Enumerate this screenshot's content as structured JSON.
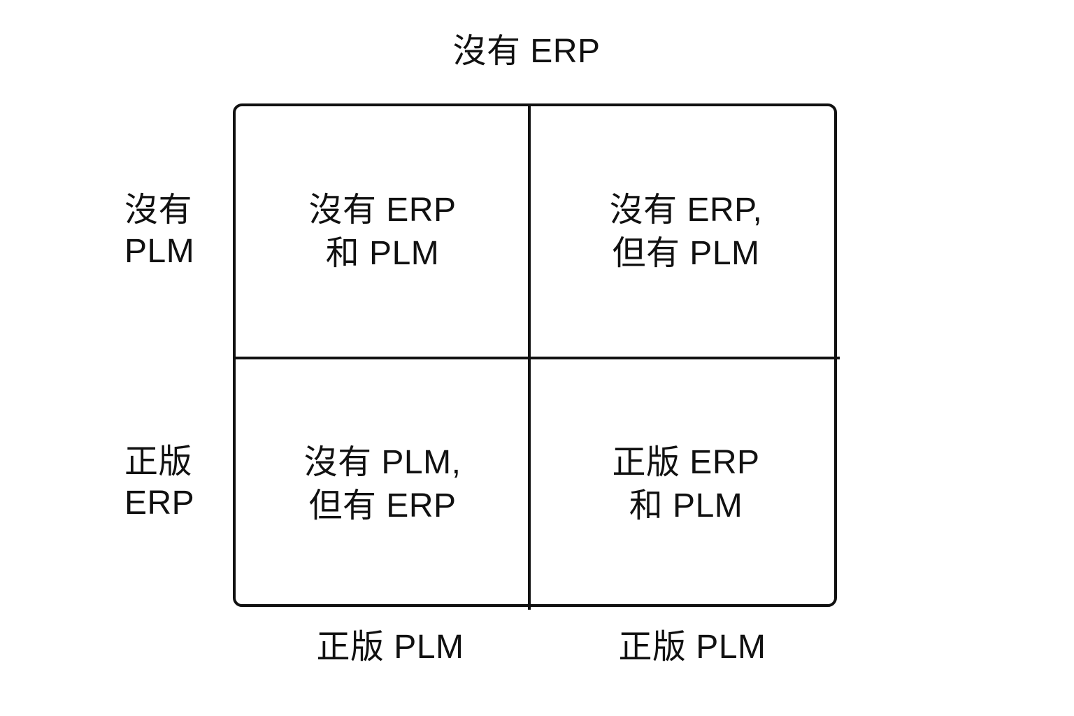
{
  "diagram": {
    "type": "2x2-matrix",
    "title_top": "沒有 ERP",
    "colors": {
      "stroke": "#111111",
      "background": "#ffffff",
      "text": "#111111"
    },
    "row_labels": [
      {
        "line1": "沒有",
        "line2": "PLM"
      },
      {
        "line1": "正版",
        "line2": "ERP"
      }
    ],
    "column_labels_bottom": [
      "正版 PLM",
      "正版 PLM"
    ],
    "quadrants": {
      "top_left": {
        "line1": "沒有 ERP",
        "line2": "和 PLM"
      },
      "top_right": {
        "line1": "沒有 ERP,",
        "line2": "但有 PLM"
      },
      "bottom_left": {
        "line1": "沒有 PLM,",
        "line2": "但有 ERP"
      },
      "bottom_right": {
        "line1": "正版 ERP",
        "line2": "和 PLM"
      }
    }
  }
}
